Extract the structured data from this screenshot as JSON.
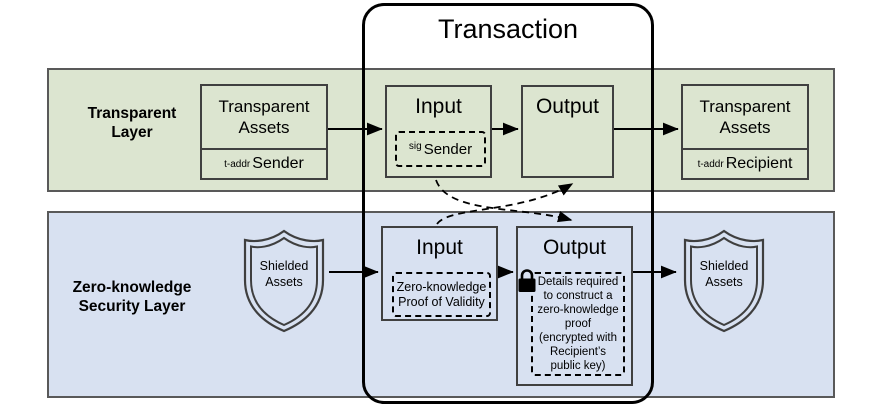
{
  "diagram": {
    "title": "Zcash transaction across transparent and shielded layers",
    "colors": {
      "transparent_layer_fill": "#dce5d0",
      "zk_layer_fill": "#d8e1f1",
      "band_stroke": "#595959",
      "box_stroke": "#404040",
      "frame_stroke": "#000000"
    }
  },
  "transaction": {
    "title": "Transaction"
  },
  "transparent_layer": {
    "label_line1": "Transparent",
    "label_line2": "Layer",
    "sender_assets": {
      "title_line1": "Transparent",
      "title_line2": "Assets",
      "addr_prefix": "t-addr",
      "addr_label": "Sender"
    },
    "input": {
      "title": "Input",
      "inner_prefix": "sig",
      "inner_label": "Sender"
    },
    "output": {
      "title": "Output"
    },
    "recipient_assets": {
      "title_line1": "Transparent",
      "title_line2": "Assets",
      "addr_prefix": "t-addr",
      "addr_label": "Recipient"
    }
  },
  "zk_layer": {
    "label_line1": "Zero-knowledge",
    "label_line2": "Security Layer",
    "sender_shield": {
      "line1": "Shielded",
      "line2": "Assets"
    },
    "input": {
      "title": "Input",
      "inner_line1": "Zero-knowledge",
      "inner_line2": "Proof of Validity"
    },
    "output": {
      "title": "Output",
      "lock_icon": "lock-icon",
      "inner_text": "Details required to construct a zero-knowledge proof (encrypted with Recipient’s public key)"
    },
    "recipient_shield": {
      "line1": "Shielded",
      "line2": "Assets"
    }
  },
  "connectors": {
    "solid_arrows": [
      "transparent-assets-to-input",
      "transparent-input-to-output",
      "transparent-output-to-recipient-assets",
      "shielded-assets-to-zk-input",
      "zk-input-to-zk-output",
      "zk-output-to-shielded-recipient-assets"
    ],
    "dashed_arrows": [
      "transparent-input-to-zk-output",
      "zk-input-to-transparent-output"
    ]
  }
}
